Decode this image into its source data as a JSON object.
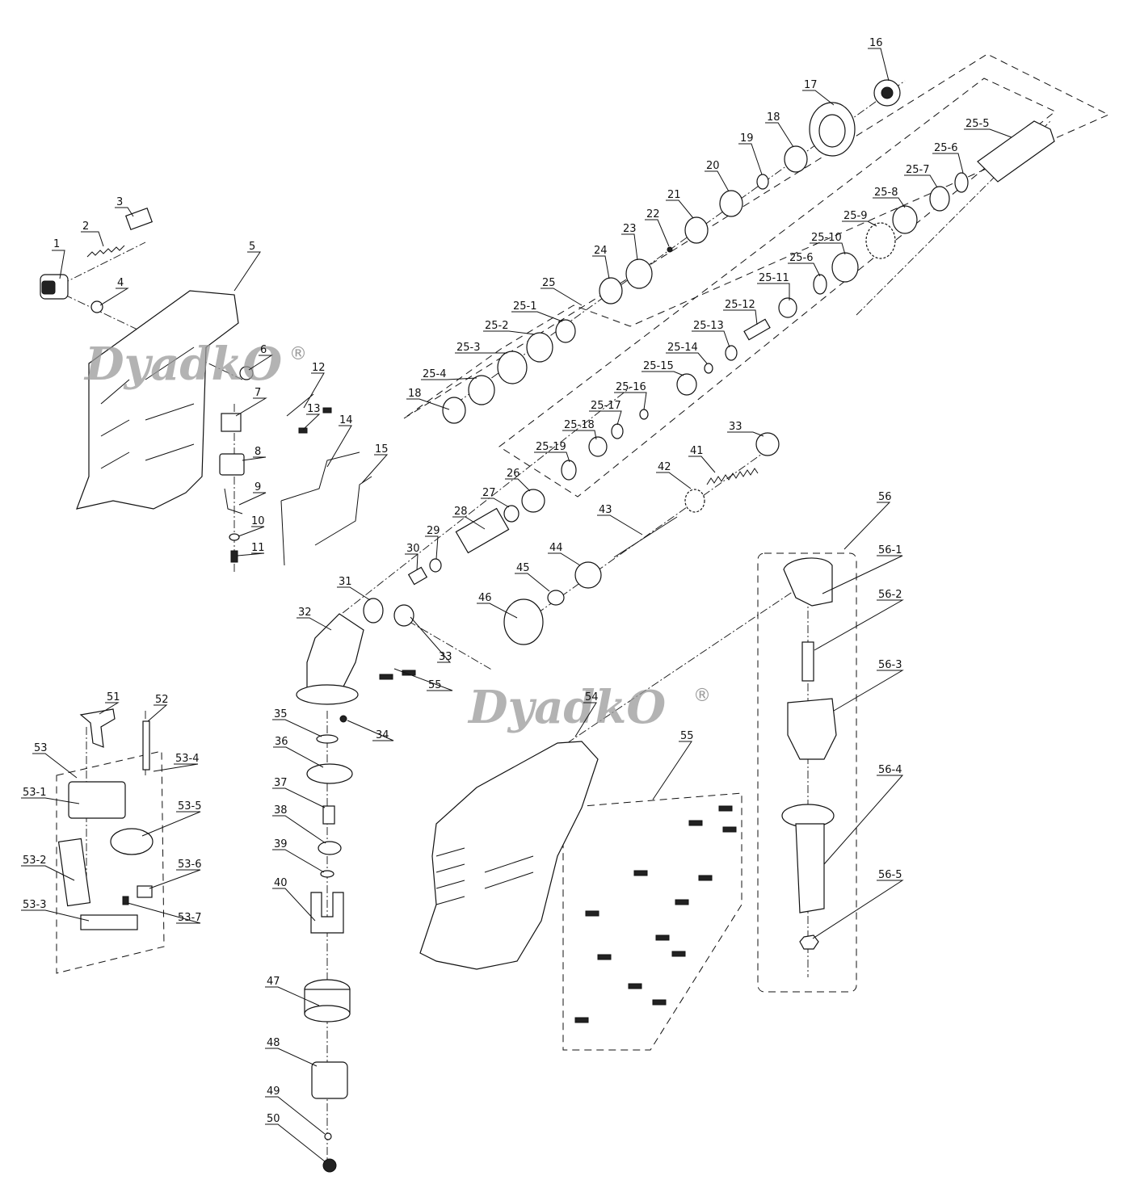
{
  "watermark": {
    "text": "DyadkO",
    "registered": "®"
  },
  "parts": [
    {
      "id": "p1",
      "label": "1"
    },
    {
      "id": "p2",
      "label": "2"
    },
    {
      "id": "p3",
      "label": "3"
    },
    {
      "id": "p4",
      "label": "4"
    },
    {
      "id": "p5",
      "label": "5"
    },
    {
      "id": "p6",
      "label": "6"
    },
    {
      "id": "p7",
      "label": "7"
    },
    {
      "id": "p8",
      "label": "8"
    },
    {
      "id": "p9",
      "label": "9"
    },
    {
      "id": "p10",
      "label": "10"
    },
    {
      "id": "p11",
      "label": "11"
    },
    {
      "id": "p12",
      "label": "12"
    },
    {
      "id": "p13",
      "label": "13"
    },
    {
      "id": "p14",
      "label": "14"
    },
    {
      "id": "p15",
      "label": "15"
    },
    {
      "id": "p16",
      "label": "16"
    },
    {
      "id": "p17",
      "label": "17"
    },
    {
      "id": "p18a",
      "label": "18"
    },
    {
      "id": "p18b",
      "label": "18"
    },
    {
      "id": "p19",
      "label": "19"
    },
    {
      "id": "p20",
      "label": "20"
    },
    {
      "id": "p21",
      "label": "21"
    },
    {
      "id": "p22",
      "label": "22"
    },
    {
      "id": "p23",
      "label": "23"
    },
    {
      "id": "p24",
      "label": "24"
    },
    {
      "id": "p25",
      "label": "25"
    },
    {
      "id": "p25_1",
      "label": "25-1"
    },
    {
      "id": "p25_2",
      "label": "25-2"
    },
    {
      "id": "p25_3",
      "label": "25-3"
    },
    {
      "id": "p25_4",
      "label": "25-4"
    },
    {
      "id": "p25_5",
      "label": "25-5"
    },
    {
      "id": "p25_6a",
      "label": "25-6"
    },
    {
      "id": "p25_6b",
      "label": "25-6"
    },
    {
      "id": "p25_7",
      "label": "25-7"
    },
    {
      "id": "p25_8",
      "label": "25-8"
    },
    {
      "id": "p25_9",
      "label": "25-9"
    },
    {
      "id": "p25_10",
      "label": "25-10"
    },
    {
      "id": "p25_11",
      "label": "25-11"
    },
    {
      "id": "p25_12",
      "label": "25-12"
    },
    {
      "id": "p25_13",
      "label": "25-13"
    },
    {
      "id": "p25_14",
      "label": "25-14"
    },
    {
      "id": "p25_15",
      "label": "25-15"
    },
    {
      "id": "p25_16",
      "label": "25-16"
    },
    {
      "id": "p25_17",
      "label": "25-17"
    },
    {
      "id": "p25_18",
      "label": "25-18"
    },
    {
      "id": "p25_19",
      "label": "25-19"
    },
    {
      "id": "p26",
      "label": "26"
    },
    {
      "id": "p27",
      "label": "27"
    },
    {
      "id": "p28",
      "label": "28"
    },
    {
      "id": "p29",
      "label": "29"
    },
    {
      "id": "p30",
      "label": "30"
    },
    {
      "id": "p31",
      "label": "31"
    },
    {
      "id": "p32",
      "label": "32"
    },
    {
      "id": "p33a",
      "label": "33"
    },
    {
      "id": "p33b",
      "label": "33"
    },
    {
      "id": "p34",
      "label": "34"
    },
    {
      "id": "p35",
      "label": "35"
    },
    {
      "id": "p36",
      "label": "36"
    },
    {
      "id": "p37",
      "label": "37"
    },
    {
      "id": "p38",
      "label": "38"
    },
    {
      "id": "p39",
      "label": "39"
    },
    {
      "id": "p40",
      "label": "40"
    },
    {
      "id": "p41",
      "label": "41"
    },
    {
      "id": "p42",
      "label": "42"
    },
    {
      "id": "p43",
      "label": "43"
    },
    {
      "id": "p44",
      "label": "44"
    },
    {
      "id": "p45",
      "label": "45"
    },
    {
      "id": "p46",
      "label": "46"
    },
    {
      "id": "p47",
      "label": "47"
    },
    {
      "id": "p48",
      "label": "48"
    },
    {
      "id": "p49",
      "label": "49"
    },
    {
      "id": "p50",
      "label": "50"
    },
    {
      "id": "p51",
      "label": "51"
    },
    {
      "id": "p52",
      "label": "52"
    },
    {
      "id": "p53",
      "label": "53"
    },
    {
      "id": "p53_1",
      "label": "53-1"
    },
    {
      "id": "p53_2",
      "label": "53-2"
    },
    {
      "id": "p53_3",
      "label": "53-3"
    },
    {
      "id": "p53_4",
      "label": "53-4"
    },
    {
      "id": "p53_5",
      "label": "53-5"
    },
    {
      "id": "p53_6",
      "label": "53-6"
    },
    {
      "id": "p53_7",
      "label": "53-7"
    },
    {
      "id": "p54",
      "label": "54"
    },
    {
      "id": "p55a",
      "label": "55"
    },
    {
      "id": "p55b",
      "label": "55"
    },
    {
      "id": "p56",
      "label": "56"
    },
    {
      "id": "p56_1",
      "label": "56-1"
    },
    {
      "id": "p56_2",
      "label": "56-2"
    },
    {
      "id": "p56_3",
      "label": "56-3"
    },
    {
      "id": "p56_4",
      "label": "56-4"
    },
    {
      "id": "p56_5",
      "label": "56-5"
    }
  ]
}
